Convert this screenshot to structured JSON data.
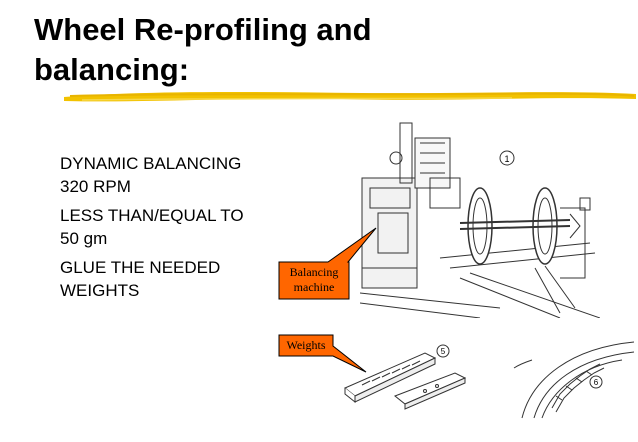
{
  "slide": {
    "title_line1": "Wheel Re-profiling and",
    "title_line2": "balancing:",
    "bullets": [
      {
        "line1": "DYNAMIC BALANCING",
        "line2": "320 RPM"
      },
      {
        "line1": "LESS THAN/EQUAL TO",
        "line2": "50 gm"
      },
      {
        "line1": "GLUE THE NEEDED",
        "line2": "WEIGHTS"
      }
    ],
    "callouts": {
      "balancing_line1": "Balancing",
      "balancing_line2": "machine",
      "weights": "Weights"
    },
    "figure_markers": [
      "1",
      "5",
      "6"
    ]
  },
  "colors": {
    "callout_fill": "#ff6600",
    "underline": "#f2c200",
    "title": "#000000"
  }
}
